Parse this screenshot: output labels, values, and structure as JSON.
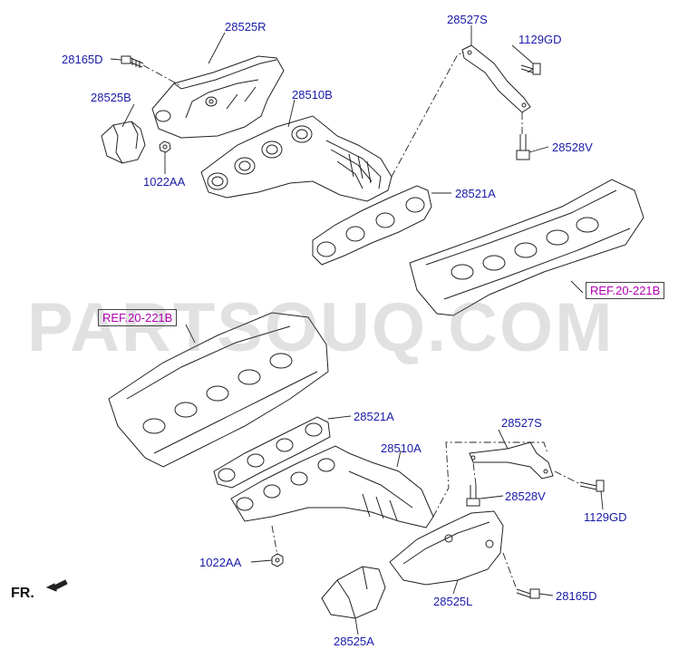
{
  "watermark": "PARTSOUQ.COM",
  "orientation": {
    "label": "FR."
  },
  "colors": {
    "callout": "#1a1aa8",
    "reference": "#b000b0",
    "line": "#222222"
  },
  "callouts": {
    "c28525R": "28525R",
    "c28165D_top": "28165D",
    "c28525B": "28525B",
    "c28510B": "28510B",
    "c1022AA_top": "1022AA",
    "c28527S_top": "28527S",
    "c1129GD_top": "1129GD",
    "c28528V_top": "28528V",
    "c28521A_top": "28521A",
    "ref_top": "REF.20-221B",
    "ref_bottom": "REF.20-221B",
    "c28521A_bottom": "28521A",
    "c28527S_bottom": "28527S",
    "c28510A": "28510A",
    "c28528V_bottom": "28528V",
    "c1129GD_bottom": "1129GD",
    "c1022AA_bottom": "1022AA",
    "c28165D_bottom": "28165D",
    "c28525L": "28525L",
    "c28525A": "28525A"
  }
}
